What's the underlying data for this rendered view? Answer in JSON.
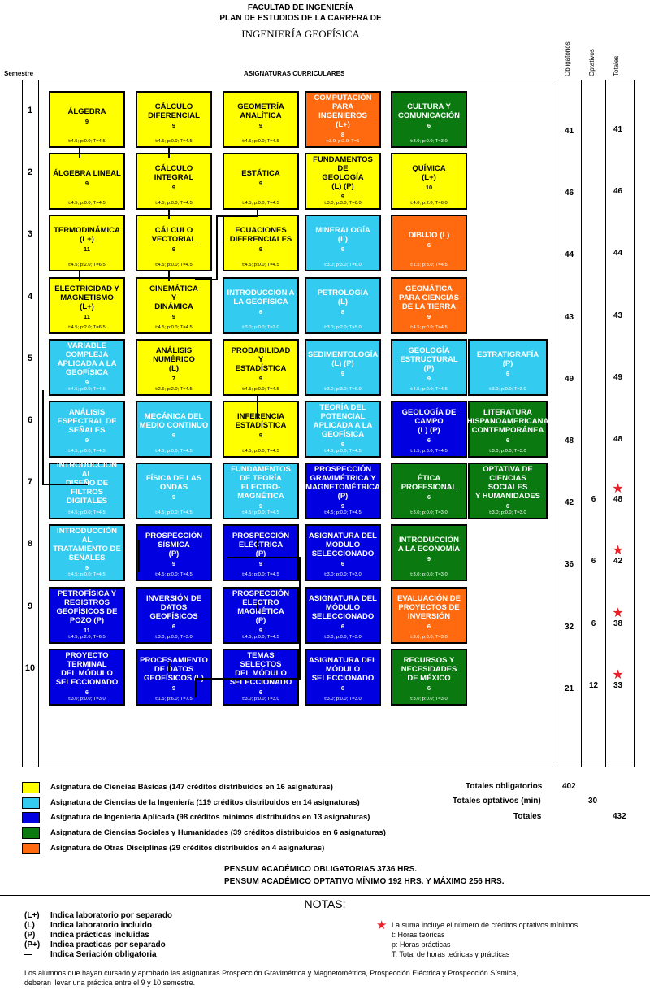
{
  "header": {
    "line1": "FACULTAD DE INGENIERÍA",
    "line2": "PLAN DE ESTUDIOS DE LA CARRERA DE",
    "line3": "INGENIERÍA GEOFÍSICA"
  },
  "table_head": {
    "semestre": "Semestre",
    "asignaturas": "ASIGNATURAS CURRICULARES",
    "obligatorios": "Obligatorios",
    "optativos": "Optativos",
    "totales": "Totales"
  },
  "semesters": [
    {
      "num": "1",
      "oblig": "41",
      "opt": "",
      "total": "41",
      "star": false,
      "courses": [
        {
          "t": "ÁLGEBRA",
          "cr": "9",
          "h": "t:4.5; p:0.0; T=4.5",
          "color": "y"
        },
        {
          "t": "CÁLCULO\nDIFERENCIAL",
          "cr": "9",
          "h": "t:4.5; p:0.0; T=4.5",
          "color": "y"
        },
        {
          "t": "GEOMETRÍA\nANALÍTICA",
          "cr": "9",
          "h": "t:4.5; p:0.0; T=4.5",
          "color": "y"
        },
        {
          "t": "COMPUTACIÓN\nPARA INGENIEROS\n(L+)",
          "cr": "8",
          "h": "t:3.0; p:2.0; T=5",
          "color": "o"
        },
        {
          "t": "CULTURA Y\nCOMUNICACIÓN",
          "cr": "6",
          "h": "t:3.0; p:0.0; T=3.0",
          "color": "g"
        }
      ]
    },
    {
      "num": "2",
      "oblig": "46",
      "opt": "",
      "total": "46",
      "star": false,
      "courses": [
        {
          "t": "ÁLGEBRA LINEAL",
          "cr": "9",
          "h": "t:4.5; p:0.0; T=4.5",
          "color": "y"
        },
        {
          "t": "CÁLCULO\nINTEGRAL",
          "cr": "9",
          "h": "t:4.5; p:0.0; T=4.5",
          "color": "y"
        },
        {
          "t": "ESTÁTICA",
          "cr": "9",
          "h": "t:4.5; p:0.0; T=4.5",
          "color": "y"
        },
        {
          "t": "FUNDAMENTOS DE\nGEOLOGÍA\n(L) (P)",
          "cr": "9",
          "h": "t:3.0; p:3.0; T=6.0",
          "color": "y"
        },
        {
          "t": "QUÍMICA\n(L+)",
          "cr": "10",
          "h": "t:4.0; p:2.0; T=6.0",
          "color": "y"
        }
      ]
    },
    {
      "num": "3",
      "oblig": "44",
      "opt": "",
      "total": "44",
      "star": false,
      "courses": [
        {
          "t": "TERMODINÁMICA\n(L+)",
          "cr": "11",
          "h": "t:4.5; p:2.0; T=6.5",
          "color": "y"
        },
        {
          "t": "CÁLCULO\nVECTORIAL",
          "cr": "9",
          "h": "t:4.5; p:0.0; T=4.5",
          "color": "y"
        },
        {
          "t": "ECUACIONES\nDIFERENCIALES",
          "cr": "9",
          "h": "t:4.5; p:0.0; T=4.5",
          "color": "y"
        },
        {
          "t": "MINERALOGÍA\n(L)",
          "cr": "9",
          "h": "t:3.0; p:3.0; T=6.0",
          "color": "c"
        },
        {
          "t": "DIBUJO (L)",
          "cr": "6",
          "h": "t:1.5; p:3.0; T=4.5",
          "color": "o"
        }
      ]
    },
    {
      "num": "4",
      "oblig": "43",
      "opt": "",
      "total": "43",
      "star": false,
      "courses": [
        {
          "t": "ELECTRICIDAD Y\nMAGNETISMO\n(L+)",
          "cr": "11",
          "h": "t:4.5; p:2.0; T=6.5",
          "color": "y"
        },
        {
          "t": "CINEMÁTICA\nY\nDINÁMICA",
          "cr": "9",
          "h": "t:4.5; p:0.0; T=4.5",
          "color": "y"
        },
        {
          "t": "INTRODUCCIÓN A\nLA GEOFÍSICA",
          "cr": "6",
          "h": "t:3.0; p:0.0; T=3.0",
          "color": "c"
        },
        {
          "t": "PETROLOGÍA\n(L)",
          "cr": "8",
          "h": "t:3.0; p:2.0; T=5.0",
          "color": "c"
        },
        {
          "t": "GEOMÁTICA\nPARA CIENCIAS\nDE LA TIERRA",
          "cr": "9",
          "h": "t:4.5; p:0.0; T=4.5",
          "color": "o"
        }
      ]
    },
    {
      "num": "5",
      "oblig": "49",
      "opt": "",
      "total": "49",
      "star": false,
      "courses": [
        {
          "t": "VARIABLE\nCOMPLEJA\nAPLICADA A LA\nGEOFÍSICA",
          "cr": "9",
          "h": "t:4.5; p:0.0; T=4.5",
          "color": "c"
        },
        {
          "t": "ANÁLISIS\nNUMÉRICO\n(L)",
          "cr": "7",
          "h": "t:2.5; p:2.0; T=4.5",
          "color": "y"
        },
        {
          "t": "PROBABILIDAD\nY\nESTADÍSTICA",
          "cr": "9",
          "h": "t:4.5; p:0.0; T=4.5",
          "color": "y"
        },
        {
          "t": "SEDIMENTOLOGÍA\n(L) (P)",
          "cr": "9",
          "h": "t:3.0; p:3.0; T=6.0",
          "color": "c"
        },
        {
          "t": "GEOLOGÍA\nESTRUCTURAL\n(P)",
          "cr": "9",
          "h": "t:4.5; p:0.0; T=4.5",
          "color": "c"
        },
        {
          "t": "ESTRATIGRAFÍA\n(P)",
          "cr": "6",
          "h": "t:3.0; p:0.0; T=3.0",
          "color": "c"
        }
      ]
    },
    {
      "num": "6",
      "oblig": "48",
      "opt": "",
      "total": "48",
      "star": false,
      "courses": [
        {
          "t": "ANÁLISIS\nESPECTRAL DE\nSEÑALES",
          "cr": "9",
          "h": "t:4.5; p:0.0; T=4.5",
          "color": "c"
        },
        {
          "t": "MECÁNICA DEL\nMEDIO CONTINUO",
          "cr": "9",
          "h": "t:4.5; p:0.0; T=4.5",
          "color": "c"
        },
        {
          "t": "INFERENCIA\nESTADÍSTICA",
          "cr": "9",
          "h": "t:4.5; p:0.0; T=4.5",
          "color": "y"
        },
        {
          "t": "TEORÍA DEL\nPOTENCIAL\nAPLICADA A LA\nGEOFÍSICA",
          "cr": "9",
          "h": "t:4.5; p:0.0; T=4.5",
          "color": "c"
        },
        {
          "t": "GEOLOGÍA DE\nCAMPO\n(L) (P)",
          "cr": "6",
          "h": "t:1.5; p:3.0; T=4.5",
          "color": "b"
        },
        {
          "t": "LITERATURA\nHISPANOAMERICANA\nCONTEMPORÁNEA",
          "cr": "6",
          "h": "t:3.0; p:0.0; T=3.0",
          "color": "g"
        }
      ]
    },
    {
      "num": "7",
      "oblig": "42",
      "opt": "6",
      "total": "48",
      "star": true,
      "courses": [
        {
          "t": "INTRODUCCIÓN AL\nDISEÑO DE FILTROS\nDIGITALES",
          "cr": "9",
          "h": "t:4.5; p:0.0; T=4.5",
          "color": "c"
        },
        {
          "t": "FÍSICA DE LAS\nONDAS",
          "cr": "9",
          "h": "t:4.5; p:0.0; T=4.5",
          "color": "c"
        },
        {
          "t": "FUNDAMENTOS\nDE TEORÍA\nELECTRO-\nMAGNÉTICA",
          "cr": "9",
          "h": "t:4.5; p:0.0; T=4.5",
          "color": "c"
        },
        {
          "t": "PROSPECCIÓN\nGRAVIMÉTRICA Y\nMAGNETOMÉTRICA\n(P)",
          "cr": "9",
          "h": "t:4.5; p:0.0; T=4.5",
          "color": "b"
        },
        {
          "t": "ÉTICA\nPROFESIONAL",
          "cr": "6",
          "h": "t:3.0; p:0.0; T=3.0",
          "color": "g"
        },
        {
          "t": "OPTATIVA DE\nCIENCIAS SOCIALES\nY HUMANIDADES",
          "cr": "6",
          "h": "t:3.0; p:0.0; T=3.0",
          "color": "g"
        }
      ]
    },
    {
      "num": "8",
      "oblig": "36",
      "opt": "6",
      "total": "42",
      "star": true,
      "courses": [
        {
          "t": "INTRODUCCIÓN AL\nTRATAMIENTO DE\nSEÑALES",
          "cr": "9",
          "h": "t:4.5; p:0.0; T=4.5",
          "color": "c"
        },
        {
          "t": "PROSPECCIÓN\nSÍSMICA\n(P)",
          "cr": "9",
          "h": "t:4.5; p:0.0; T=4.5",
          "color": "b"
        },
        {
          "t": "PROSPECCIÓN\nELÉCTRICA\n(P)",
          "cr": "9",
          "h": "t:4.5; p:0.0; T=4.5",
          "color": "b"
        },
        {
          "t": "ASIGNATURA DEL\nMÓDULO\nSELECCIONADO",
          "cr": "6",
          "h": "t:3.0; p:0.0; T=3.0",
          "color": "b"
        },
        {
          "t": "INTRODUCCIÓN\nA LA ECONOMÍA",
          "cr": "9",
          "h": "t:3.0; p:0.0; T=3.0",
          "color": "g"
        }
      ]
    },
    {
      "num": "9",
      "oblig": "32",
      "opt": "6",
      "total": "38",
      "star": true,
      "courses": [
        {
          "t": "PETROFÍSICA Y\nREGISTROS\nGEOFÍSICOS DE\nPOZO (P)",
          "cr": "11",
          "h": "t:4.5; p:2.0; T=6.5",
          "color": "b"
        },
        {
          "t": "INVERSIÓN DE\nDATOS\nGEOFÍSICOS",
          "cr": "6",
          "h": "t:3.0; p:0.0; T=3.0",
          "color": "b"
        },
        {
          "t": "PROSPECCIÓN\nELECTRO\nMAGNÉTICA\n(P)",
          "cr": "9",
          "h": "t:4.5; p:0.0; T=4.5",
          "color": "b"
        },
        {
          "t": "ASIGNATURA DEL\nMÓDULO\nSELECCIONADO",
          "cr": "6",
          "h": "t:3.0; p:0.0; T=3.0",
          "color": "b"
        },
        {
          "t": "EVALUACIÓN DE\nPROYECTOS DE\nINVERSIÓN",
          "cr": "6",
          "h": "t:3.0; p:0.0; T=3.0",
          "color": "o"
        }
      ]
    },
    {
      "num": "10",
      "oblig": "21",
      "opt": "12",
      "total": "33",
      "star": true,
      "courses": [
        {
          "t": "PROYECTO TERMINAL\nDEL MÓDULO\nSELECCIONADO",
          "cr": "6",
          "h": "t:3.0; p:0.0; T=3.0",
          "color": "b"
        },
        {
          "t": "PROCESAMIENTO\nDE DATOS\nGEOFÍSICOS (L)",
          "cr": "9",
          "h": "t:1.5; p:6.0; T=7.5",
          "color": "b"
        },
        {
          "t": "TEMAS SELECTOS\nDEL MÓDULO\nSELECCIONADO",
          "cr": "6",
          "h": "t:3.0; p:0.0; T=3.0",
          "color": "b"
        },
        {
          "t": "ASIGNATURA DEL\nMÓDULO\nSELECCIONADO",
          "cr": "6",
          "h": "t:3.0; p:0.0; T=3.0",
          "color": "b"
        },
        {
          "t": "RECURSOS Y\nNECESIDADES\nDE MÉXICO",
          "cr": "6",
          "h": "t:3.0; p:0.0; T=3.0",
          "color": "g"
        }
      ]
    }
  ],
  "legend": {
    "items": [
      {
        "color": "#ffff00",
        "text": "Asignatura de Ciencias Básicas (147 créditos distribuidos en 16 asignaturas)"
      },
      {
        "color": "#33ccf0",
        "text": "Asignatura de Ciencias de la Ingeniería (119 créditos distribuidos en 14 asignaturas)"
      },
      {
        "color": "#0000e0",
        "text": "Asignatura de Ingeniería Aplicada (98 créditos mínimos distribuidos en 13 asignaturas)"
      },
      {
        "color": "#0a7a10",
        "text": "Asignatura de Ciencias Sociales y Humanidades (39 créditos distribuidos en 6 asignaturas)"
      },
      {
        "color": "#ff6a10",
        "text": "Asignatura de Otras Disciplinas (29 créditos distribuidos en 4 asignaturas)"
      }
    ],
    "tot_oblig_label": "Totales obligatorios",
    "tot_oblig_value": "402",
    "tot_opt_label": "Totales optativos (min)",
    "tot_opt_value": "30",
    "tot_label": "Totales",
    "tot_value": "432"
  },
  "pensum": {
    "line1": "PENSUM ACADÉMICO OBLIGATORIAS 3736 HRS.",
    "line2": "PENSUM ACADÉMICO OPTATIVO MÍNIMO  192 HRS. Y MÁXIMO 256 HRS."
  },
  "notes": {
    "title": "NOTAS:",
    "items": [
      {
        "abbr": "(L+)",
        "text": "Indica laboratorio por separado"
      },
      {
        "abbr": "(L)",
        "text": "Indica laboratorio incluido"
      },
      {
        "abbr": "(P)",
        "text": "Indica prácticas incluidas"
      },
      {
        "abbr": "(P+)",
        "text": "Indica practicas por separado"
      },
      {
        "abbr": "—",
        "text": "Indica Seriación obligatoria"
      }
    ],
    "right": [
      "La suma incluye el número de créditos optativos mínimos",
      "t: Horas teóricas",
      "p: Horas prácticas",
      "T: Total de horas teóricas y prácticas"
    ],
    "footer1": "Los alumnos que hayan cursado y aprobado las asignaturas Prospección Gravimétrica y Magnetométrica, Prospección Eléctrica y Prospección Sísmica,",
    "footer2": "deberan llevar una práctica entre el  9 y 10 semestre."
  }
}
